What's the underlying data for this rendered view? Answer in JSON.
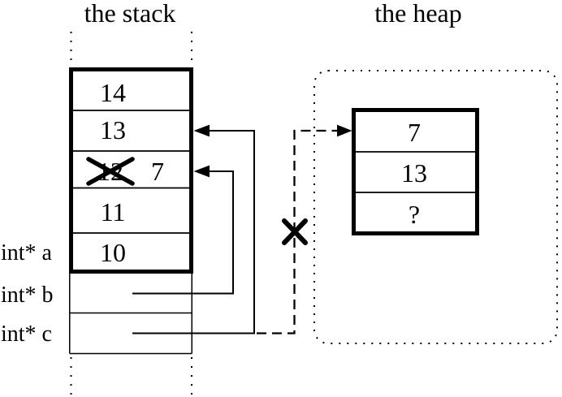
{
  "colors": {
    "ink": "#000000",
    "background": "#ffffff"
  },
  "stack": {
    "title": "the stack",
    "frame_cells": {
      "row1": "14",
      "row2": "13",
      "row3_old": "12",
      "row3_new": "7",
      "row4": "11",
      "row5": "10"
    },
    "variable_labels": {
      "a": "int* a",
      "b": "int* b",
      "c": "int* c"
    }
  },
  "heap": {
    "title": "the heap",
    "block_cells": {
      "row1": "7",
      "row2": "13",
      "row3": "?"
    }
  }
}
